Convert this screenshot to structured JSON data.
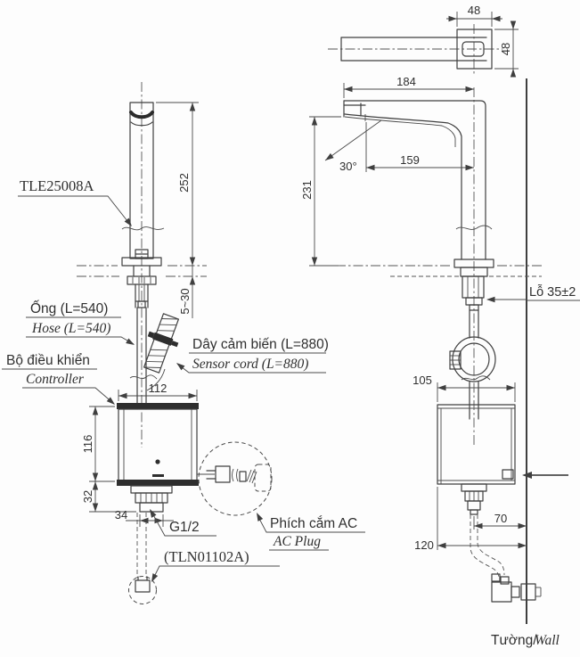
{
  "drawing": {
    "labels": {
      "product_code": "TLE25008A",
      "hose_vi": "Ống (L=540)",
      "hose_en": "Hose (L=540)",
      "controller_vi": "Bộ điều khiển",
      "controller_en": "Controller",
      "sensor_cord_vi": "Dây cảm biến (L=880)",
      "sensor_cord_en": "Sensor cord (L=880)",
      "ac_plug_vi": "Phích cắm AC",
      "ac_plug_en": "AC Plug",
      "thread_size": "G1/2",
      "supply_valve_code": "(TLN01102A)",
      "hole_note": "Lỗ 35±2",
      "wall_vi": "Tường/",
      "wall_en": "Wall"
    },
    "dimensions": {
      "front_height": "252",
      "deck_thickness": "5~30",
      "controller_width": "112",
      "controller_height": "116",
      "fitting_height": "32",
      "fitting_width": "34",
      "top_width": "48",
      "top_depth": "48",
      "spout_reach": "184",
      "spout_outlet_reach": "159",
      "sensor_angle": "30°",
      "side_height": "231",
      "controller_depth": "105",
      "supply_to_wall": "70",
      "controller_to_wall": "120"
    }
  }
}
